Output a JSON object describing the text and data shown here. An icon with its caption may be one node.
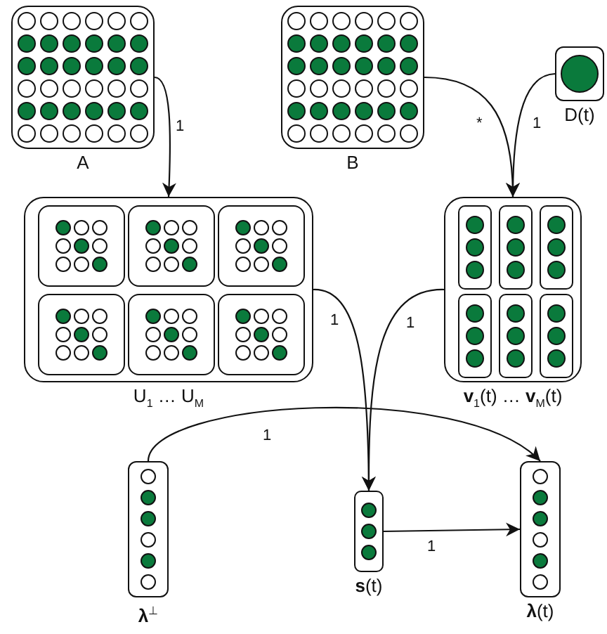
{
  "diagram": {
    "nodes": [
      {
        "text": [
          "A"
        ]
      },
      {
        "text": [
          "B"
        ]
      },
      {
        "text": [
          "D(t)"
        ]
      },
      {
        "text": [
          "U$_{1}$ … U$_{M}$"
        ]
      },
      {
        "text": [],
        "shape": "box",
        "in": 3
      },
      {
        "text": [],
        "shape": "box",
        "in": 3
      },
      {
        "text": [],
        "shape": "box",
        "in": 3
      },
      {
        "text": [],
        "shape": "box",
        "in": 3
      },
      {
        "text": [],
        "shape": "box",
        "in": 3
      },
      {
        "text": [],
        "shape": "box",
        "in": 3
      },
      {
        "text": [
          "**v**$_{1}$(t) … **v**$_{M}$(t)"
        ]
      },
      {
        "text": [],
        "shape": "box",
        "in": 10
      },
      {
        "text": [],
        "shape": "box",
        "in": 10
      },
      {
        "text": [],
        "shape": "box",
        "in": 10
      },
      {
        "text": [],
        "shape": "box",
        "in": 10
      },
      {
        "text": [],
        "shape": "box",
        "in": 10
      },
      {
        "text": [],
        "shape": "box",
        "in": 10
      },
      {
        "text": [
          "**λ**$^{⊥}$"
        ]
      },
      {
        "text": [
          "**s**(t)"
        ]
      },
      {
        "text": [
          "**λ**(t)"
        ]
      }
    ],
    "edges": [
      {
        "from": 0,
        "to": 3,
        "label": "1",
        "arrow": "to"
      },
      {
        "from": 1,
        "to": 10,
        "label": "*",
        "arrow": "to"
      },
      {
        "from": 2,
        "to": 10,
        "label": "1",
        "arrow": "to"
      },
      {
        "from": 3,
        "to": 18,
        "label": "1",
        "arrow": "to"
      },
      {
        "from": 10,
        "to": 18,
        "label": "1",
        "arrow": "to"
      },
      {
        "from": 17,
        "to": 19,
        "label": "1",
        "arrow": "to"
      },
      {
        "from": 18,
        "to": 19,
        "label": "1",
        "arrow": "to"
      }
    ]
  }
}
